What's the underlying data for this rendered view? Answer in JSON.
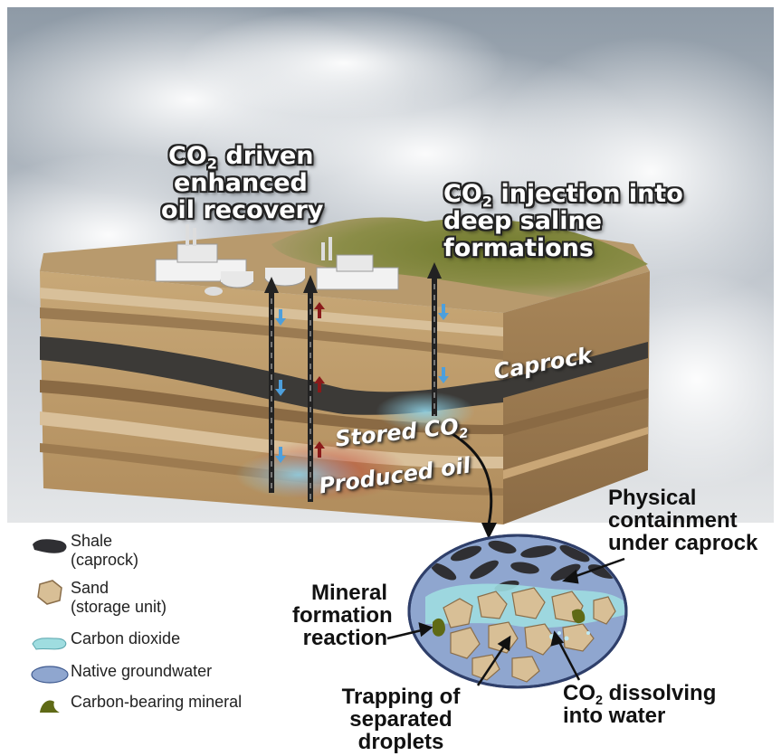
{
  "labels": {
    "eor": {
      "co2": "CO",
      "sub": "2",
      "rest": " driven",
      "line2": "enhanced",
      "line3": "oil recovery"
    },
    "saline": {
      "co2": "CO",
      "sub": "2",
      "rest": " injection into",
      "line2": "deep saline",
      "line3": "formations"
    },
    "caprock": "Caprock",
    "stored": {
      "text": "Stored CO",
      "sub": "2"
    },
    "produced": "Produced oil",
    "physical": {
      "line1": "Physical",
      "line2": "containment",
      "line3": "under caprock"
    },
    "mineral": {
      "line1": "Mineral",
      "line2": "formation",
      "line3": "reaction"
    },
    "trapping": {
      "line1": "Trapping of",
      "line2": "separated",
      "line3": "droplets"
    },
    "dissolving": {
      "co2": "CO",
      "sub": "2",
      "rest": " dissolving",
      "line2": "into water"
    }
  },
  "legend": [
    {
      "icon": "shale-icon",
      "label": "Shale",
      "sublabel": "(caprock)"
    },
    {
      "icon": "sand-icon",
      "label": "Sand",
      "sublabel": "(storage unit)"
    },
    {
      "icon": "carbon-dioxide-icon",
      "label": "Carbon dioxide",
      "sublabel": ""
    },
    {
      "icon": "groundwater-icon",
      "label": "Native groundwater",
      "sublabel": ""
    },
    {
      "icon": "mineral-icon",
      "label": "Carbon-bearing mineral",
      "sublabel": ""
    }
  ],
  "colors": {
    "sky": "#9aa6b2",
    "cloud": "#eef0f2",
    "land_top": "#7f8a3a",
    "sediment_light": "#d9b98a",
    "sediment_mid": "#a98558",
    "caprock_band": "#3c3a37",
    "co2_blue": "#9fdde0",
    "groundwater": "#8fa6cf",
    "oil_red": "#8a1a1a",
    "mineral": "#5f6a16"
  }
}
